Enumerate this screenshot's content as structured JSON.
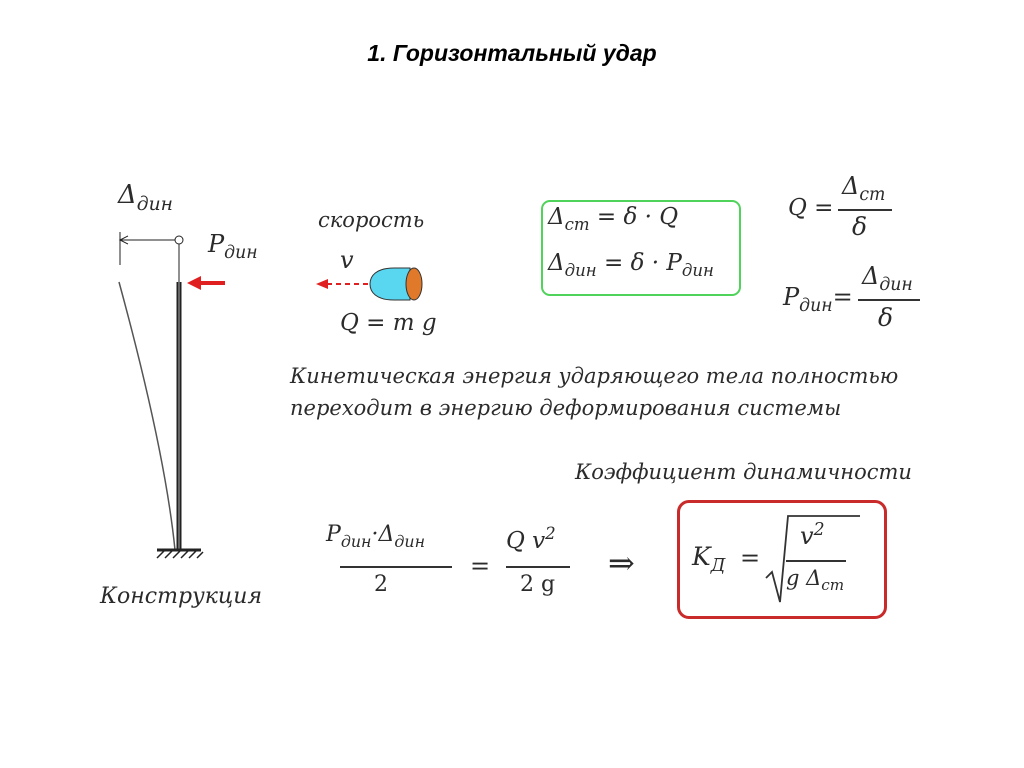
{
  "title": "1. Горизонтальный удар",
  "structure": {
    "delta_sym": "Δ",
    "delta_sub": "дин",
    "force_sym": "P",
    "force_sub": "дин",
    "label": "Конструкция"
  },
  "body": {
    "speed_label": "скорость",
    "v_sym": "v",
    "weight_eq": "Q = m g"
  },
  "green_formulas": {
    "line1_sym": "Δ",
    "line1_sub": "ст",
    "line1_rhs": "= δ · Q",
    "line2_sym": "Δ",
    "line2_sub": "дин",
    "line2_rhs": "= δ · P",
    "line2_rhs_sub": "дин"
  },
  "right_formulas": {
    "q_lhs": "Q =",
    "q_num": "Δ",
    "q_num_sub": "ст",
    "q_den": "δ",
    "p_lhs": "P",
    "p_lhs_sub": "дин",
    "p_eq": "=",
    "p_num": "Δ",
    "p_num_sub": "дин",
    "p_den": "δ"
  },
  "energy_text": {
    "line1": "Кинетическая энергия ударяющего тела полностью",
    "line2": "переходит в энергию деформирования системы"
  },
  "coefficient_label": "Коэффициент динамичности",
  "energy_eq": {
    "left_num_p": "P",
    "left_num_p_sub": "дин",
    "left_num_dot": "·",
    "left_num_d": "Δ",
    "left_num_d_sub": "дин",
    "left_den": "2",
    "equals": "=",
    "right_num": "Q v",
    "right_num_sup": "2",
    "right_den": "2 g",
    "implies": "⇒"
  },
  "k_formula": {
    "lhs": "K",
    "lhs_sub": "Д",
    "equals": "=",
    "num": "v",
    "num_sup": "2",
    "den": "g Δ",
    "den_sub": "ст"
  },
  "colors": {
    "green_border": "#4fd35a",
    "red_border": "#c92a2a",
    "force_arrow": "#e02020",
    "body_cyan": "#5ad7f0",
    "body_orange": "#e07a2a"
  }
}
